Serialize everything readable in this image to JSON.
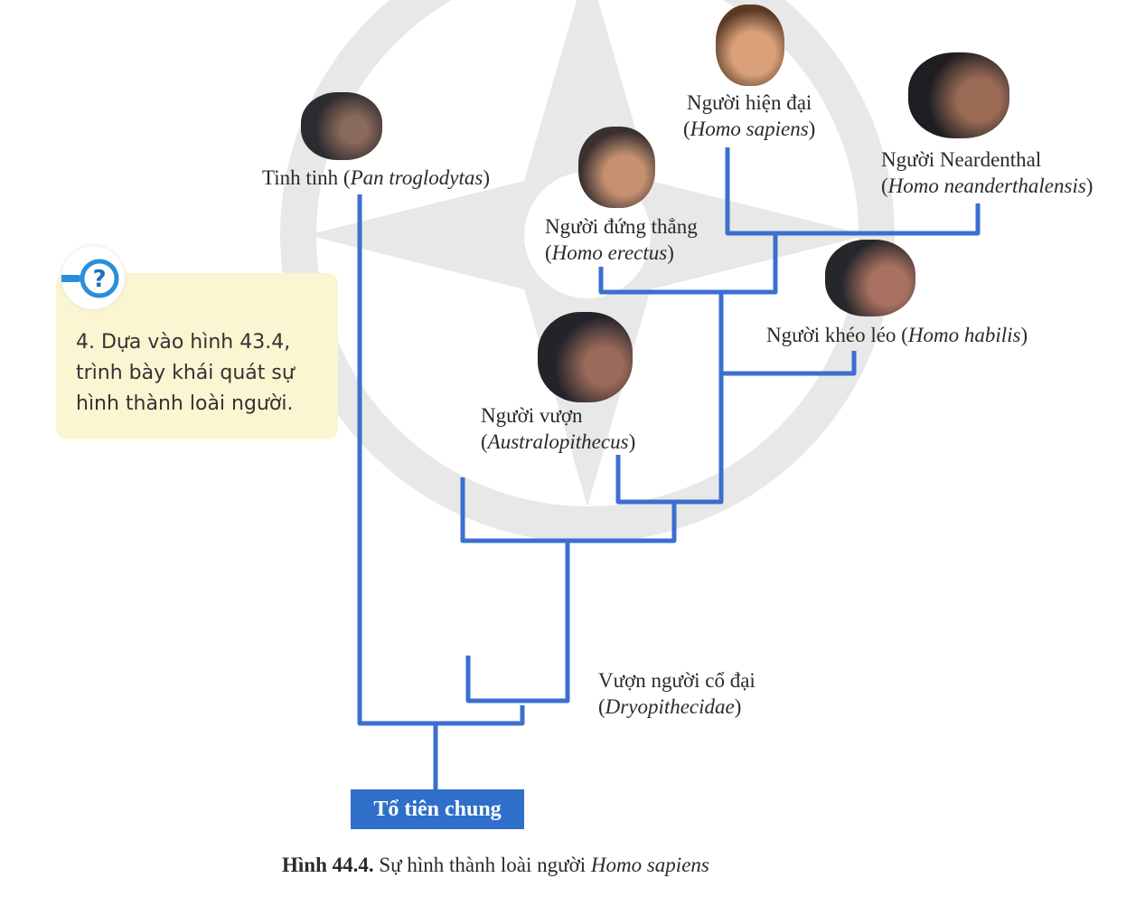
{
  "question": {
    "icon": "question-magnifier-icon",
    "text": "4. Dựa vào hình 43.4,\ntrình bày khái quát sự\nhình thành loài người."
  },
  "taxa": {
    "chimp": {
      "name": "Tinh tinh (",
      "sci": "Pan troglodytas",
      ")": ")"
    },
    "sapiens": {
      "name": "Người hiện đại",
      "sci": "Homo sapiens"
    },
    "neanderthal": {
      "name": "Người Neardenthal",
      "sci": "Homo neanderthalensis"
    },
    "erectus": {
      "name": "Người đứng thẳng",
      "sci": "Homo erectus"
    },
    "habilis": {
      "name": "Người khéo léo (",
      "sci": "Homo habilis"
    },
    "australopithecus": {
      "name": "Người vượn",
      "sci": "Australopithecus"
    },
    "dryopithecidae": {
      "name": "Vượn người cổ đại",
      "sci": "Dryopithecidae"
    }
  },
  "root_label": "Tổ tiên chung",
  "caption": {
    "number": "Hình 44.4.",
    "text": " Sự hình thành loài người ",
    "italic": "Homo sapiens"
  },
  "colors": {
    "branch": "#3b6fd0",
    "root_box": "#2f6fc9",
    "question_bg": "#fbf5d2"
  }
}
